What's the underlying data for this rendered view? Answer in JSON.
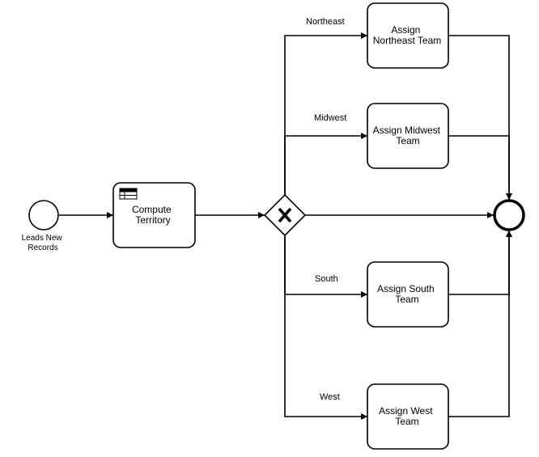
{
  "start_event": {
    "label_lines": [
      "Leads New",
      "Records"
    ]
  },
  "tasks": {
    "compute_territory": {
      "label_lines": [
        "Compute",
        "Territory"
      ],
      "icon": "business-rule-table-icon"
    },
    "assign_northeast": {
      "label_lines": [
        "Assign",
        "Northeast Team"
      ]
    },
    "assign_midwest": {
      "label_lines": [
        "Assign Midwest",
        "Team"
      ]
    },
    "assign_south": {
      "label_lines": [
        "Assign South",
        "Team"
      ]
    },
    "assign_west": {
      "label_lines": [
        "Assign West",
        "Team"
      ]
    }
  },
  "gateway": {
    "type": "exclusive",
    "icon": "x-icon"
  },
  "flow_labels": {
    "northeast": "Northeast",
    "midwest": "Midwest",
    "south": "South",
    "west": "West"
  },
  "colors": {
    "stroke": "#000000",
    "fill": "#ffffff"
  }
}
